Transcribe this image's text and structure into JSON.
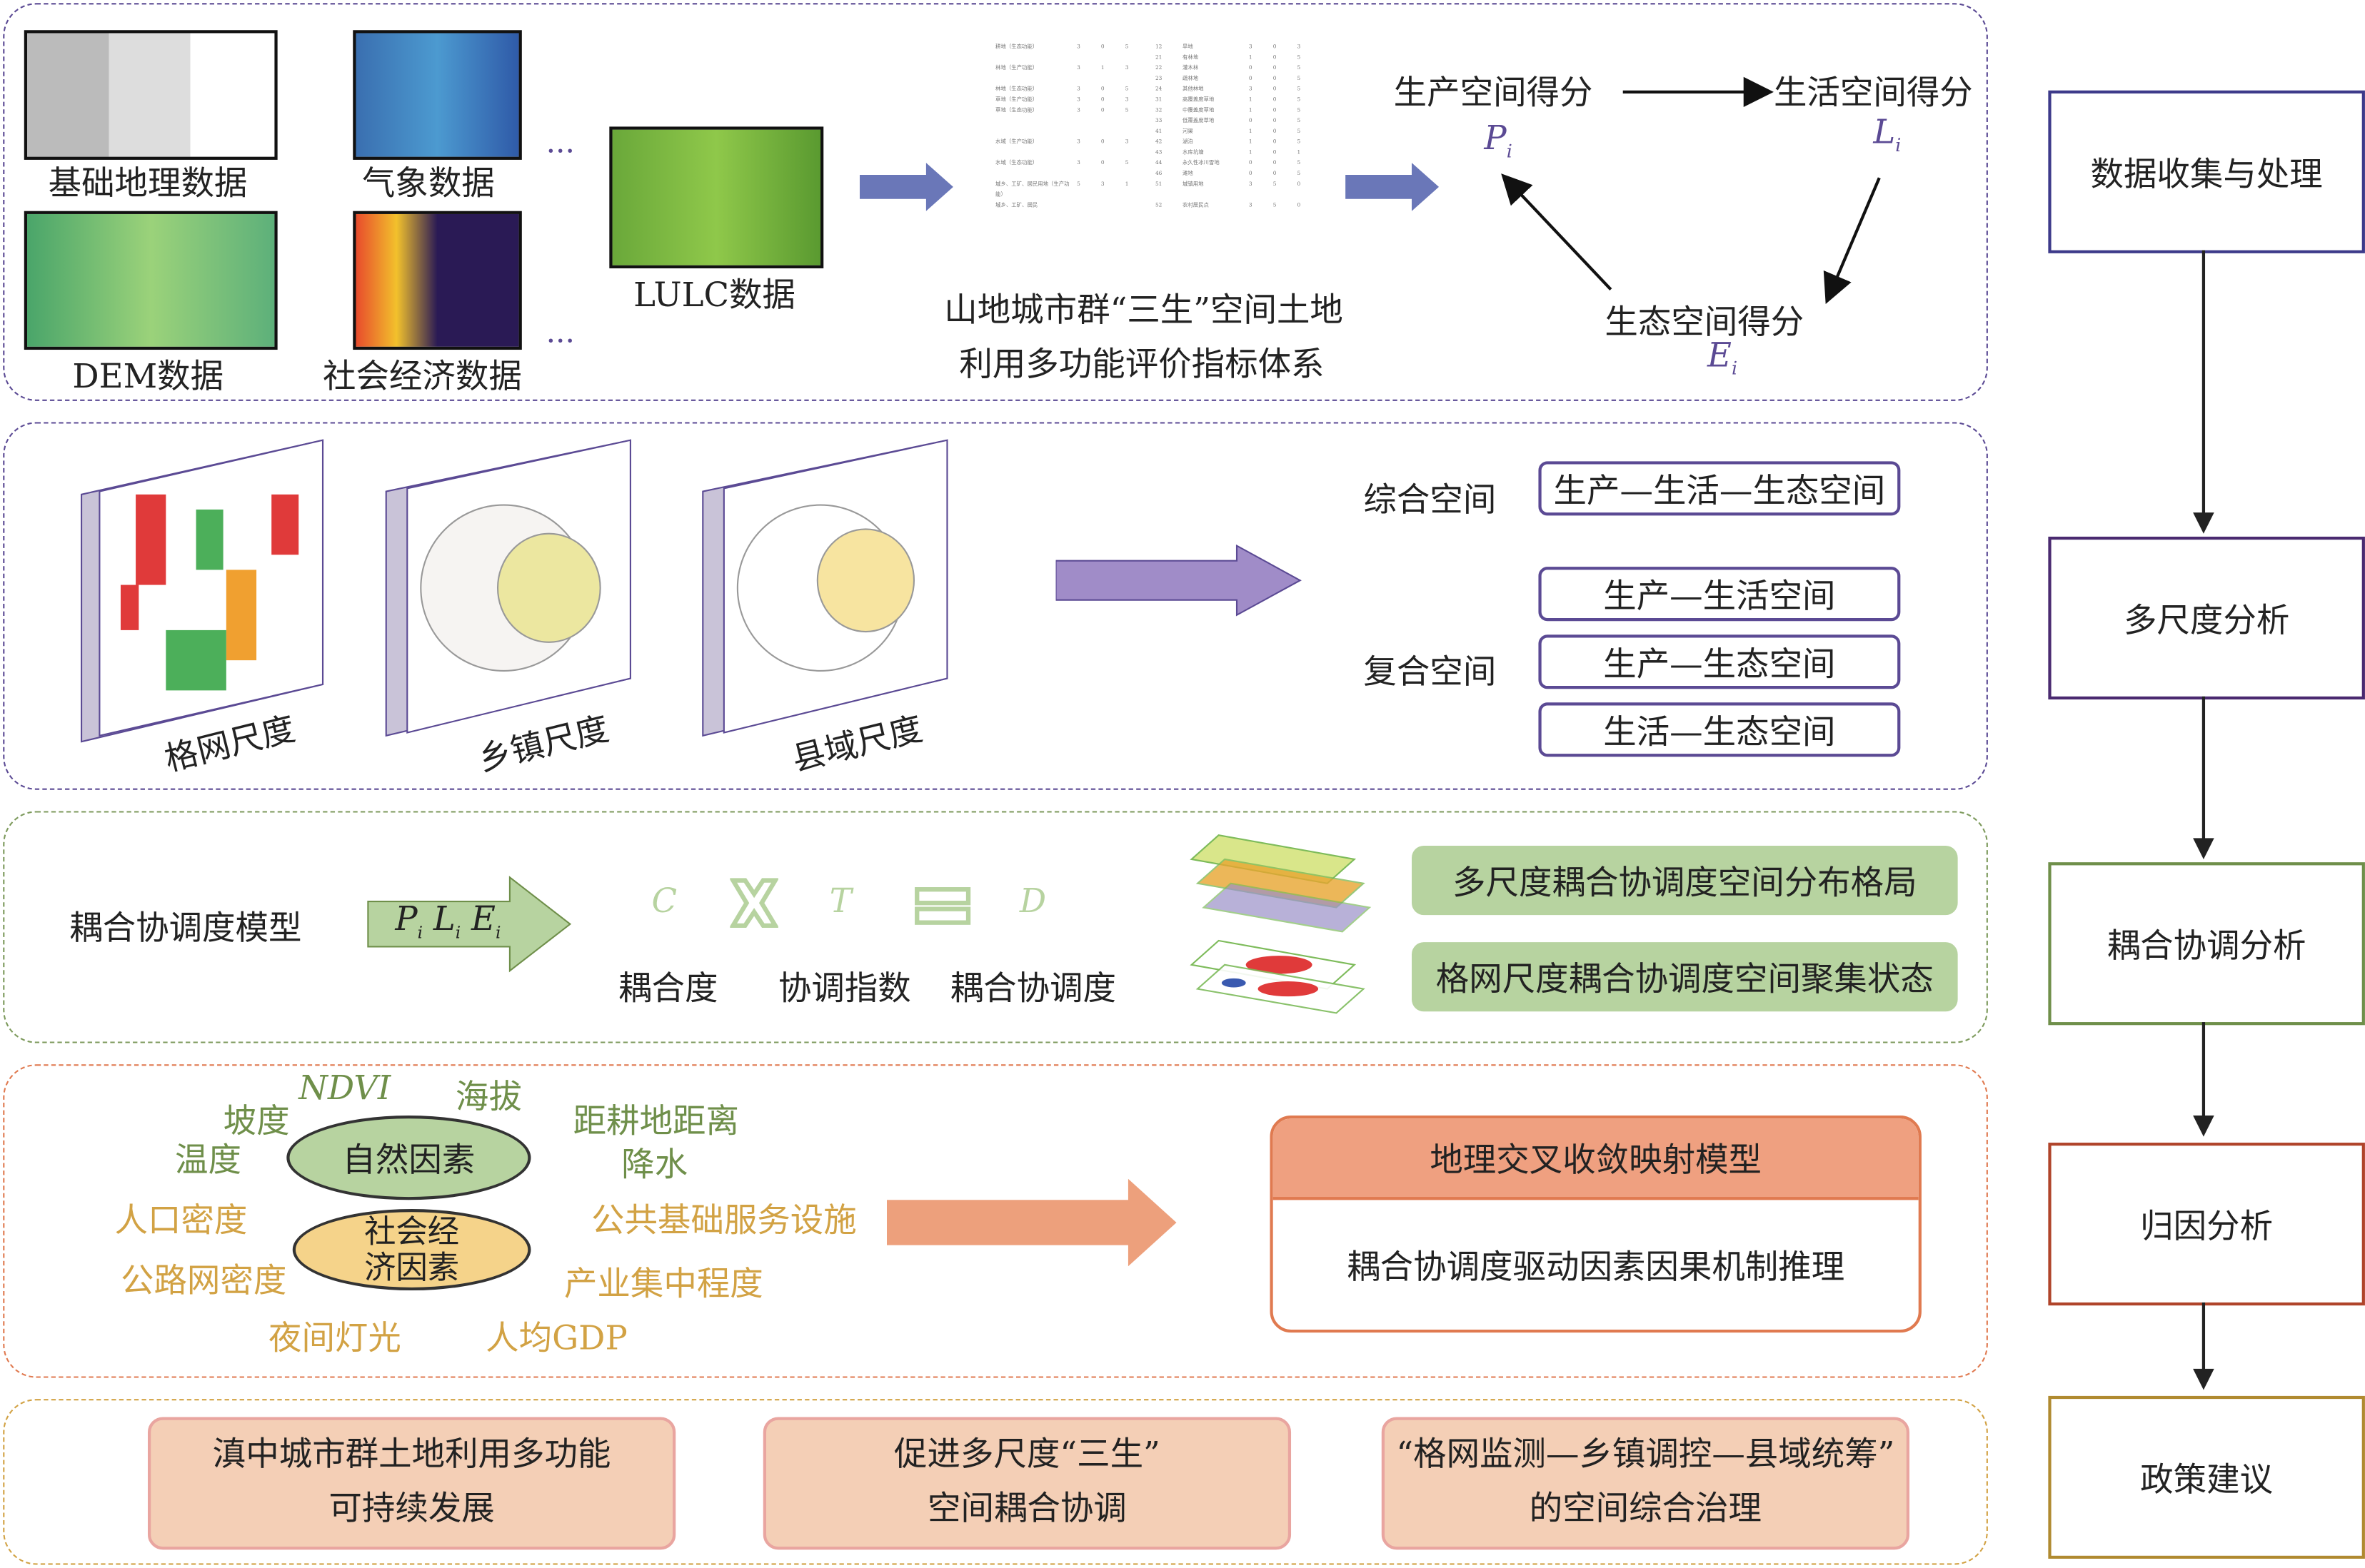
{
  "section1": {
    "base_geo": "基础地理数据",
    "meteo": "气象数据",
    "dem": "DEM数据",
    "socio": "社会经济数据",
    "lulc": "LULC数据",
    "ellipsis": "...",
    "index_system_line1": "山地城市群“三生”空间土地",
    "index_system_line2": "利用多功能评价指标体系",
    "production_score": "生产空间得分",
    "production_symbol": "P",
    "living_score": "生活空间得分",
    "living_symbol": "L",
    "ecology_score": "生态空间得分",
    "ecology_symbol": "E",
    "subscript": "i",
    "table_rows": [
      [
        "耕地（生态功能）",
        "3",
        "0",
        "5",
        "12",
        "旱地",
        "3",
        "0",
        "3"
      ],
      [
        "",
        "",
        "",
        "",
        "21",
        "有林地",
        "1",
        "0",
        "5"
      ],
      [
        "林地（生产功能）",
        "3",
        "1",
        "3",
        "22",
        "灌木林",
        "0",
        "0",
        "5"
      ],
      [
        "",
        "",
        "",
        "",
        "23",
        "疏林地",
        "0",
        "0",
        "5"
      ],
      [
        "林地（生态功能）",
        "3",
        "0",
        "5",
        "24",
        "其他林地",
        "3",
        "0",
        "5"
      ],
      [
        "草地（生产功能）",
        "3",
        "0",
        "3",
        "31",
        "高覆盖度草地",
        "1",
        "0",
        "5"
      ],
      [
        "草地（生态功能）",
        "3",
        "0",
        "5",
        "32",
        "中覆盖度草地",
        "1",
        "0",
        "5"
      ],
      [
        "",
        "",
        "",
        "",
        "33",
        "低覆盖度草地",
        "0",
        "0",
        "5"
      ],
      [
        "",
        "",
        "",
        "",
        "41",
        "河渠",
        "1",
        "0",
        "5"
      ],
      [
        "水域（生产功能）",
        "3",
        "0",
        "3",
        "42",
        "湖泊",
        "1",
        "0",
        "5"
      ],
      [
        "",
        "",
        "",
        "",
        "43",
        "水库坑塘",
        "1",
        "0",
        "1"
      ],
      [
        "水域（生态功能）",
        "3",
        "0",
        "5",
        "44",
        "永久性冰川雪地",
        "0",
        "0",
        "5"
      ],
      [
        "",
        "",
        "",
        "",
        "46",
        "滩地",
        "0",
        "0",
        "5"
      ],
      [
        "城乡、工矿、居民用地（生产功能）",
        "5",
        "3",
        "1",
        "51",
        "城镇用地",
        "3",
        "5",
        "0"
      ],
      [
        "城乡、工矿、居民",
        "",
        "",
        "",
        "52",
        "农村居民点",
        "3",
        "5",
        "0"
      ]
    ]
  },
  "section2": {
    "grid_scale": "格网尺度",
    "town_scale": "乡镇尺度",
    "county_scale": "县域尺度",
    "integrated_space": "综合空间",
    "integrated_item": "生产—生活—生态空间",
    "composite_space": "复合空间",
    "composite_items": [
      "生产—生活空间",
      "生产—生态空间",
      "生活—生态空间"
    ]
  },
  "section3": {
    "model": "耦合协调度模型",
    "arrow_symbols": [
      "P",
      "L",
      "E"
    ],
    "C": "C",
    "T": "T",
    "D": "D",
    "coupling": "耦合度",
    "coordination_index": "协调指数",
    "coupling_coordination": "耦合协调度",
    "result1": "多尺度耦合协调度空间分布格局",
    "result2": "格网尺度耦合协调度空间聚集状态"
  },
  "section4": {
    "natural": "自然因素",
    "socio": "社会经济因素",
    "factors": {
      "ndvi": "NDVI",
      "altitude": "海拔",
      "slope": "坡度",
      "temperature": "温度",
      "dist_farmland": "距耕地距离",
      "precipitation": "降水",
      "population": "人口密度",
      "public_service": "公共基础服务设施",
      "road_density": "公路网密度",
      "industry": "产业集中程度",
      "night_light": "夜间灯光",
      "gdp": "人均GDP"
    },
    "model_title": "地理交叉收敛映射模型",
    "model_body": "耦合协调度驱动因素因果机制推理"
  },
  "section5": {
    "box1_line1": "滇中城市群土地利用多功能",
    "box1_line2": "可持续发展",
    "box2_line1": "促进多尺度“三生”",
    "box2_line2": "空间耦合协调",
    "box3_line1": "“格网监测—乡镇调控—县域统筹”",
    "box3_line2": "的空间综合治理"
  },
  "flow": [
    "数据收集与处理",
    "多尺度分析",
    "耦合协调分析",
    "归因分析",
    "政策建议"
  ],
  "colors": {
    "purple": "#5b4a94",
    "green": "#7d9a5c",
    "orange": "#e07a50",
    "gold": "#d2a244",
    "arrow_blue": "#6a77b8",
    "arrow_purple": "#a08cc8",
    "arrow_green": "#b7d3a0",
    "arrow_orange": "#eda07c"
  }
}
